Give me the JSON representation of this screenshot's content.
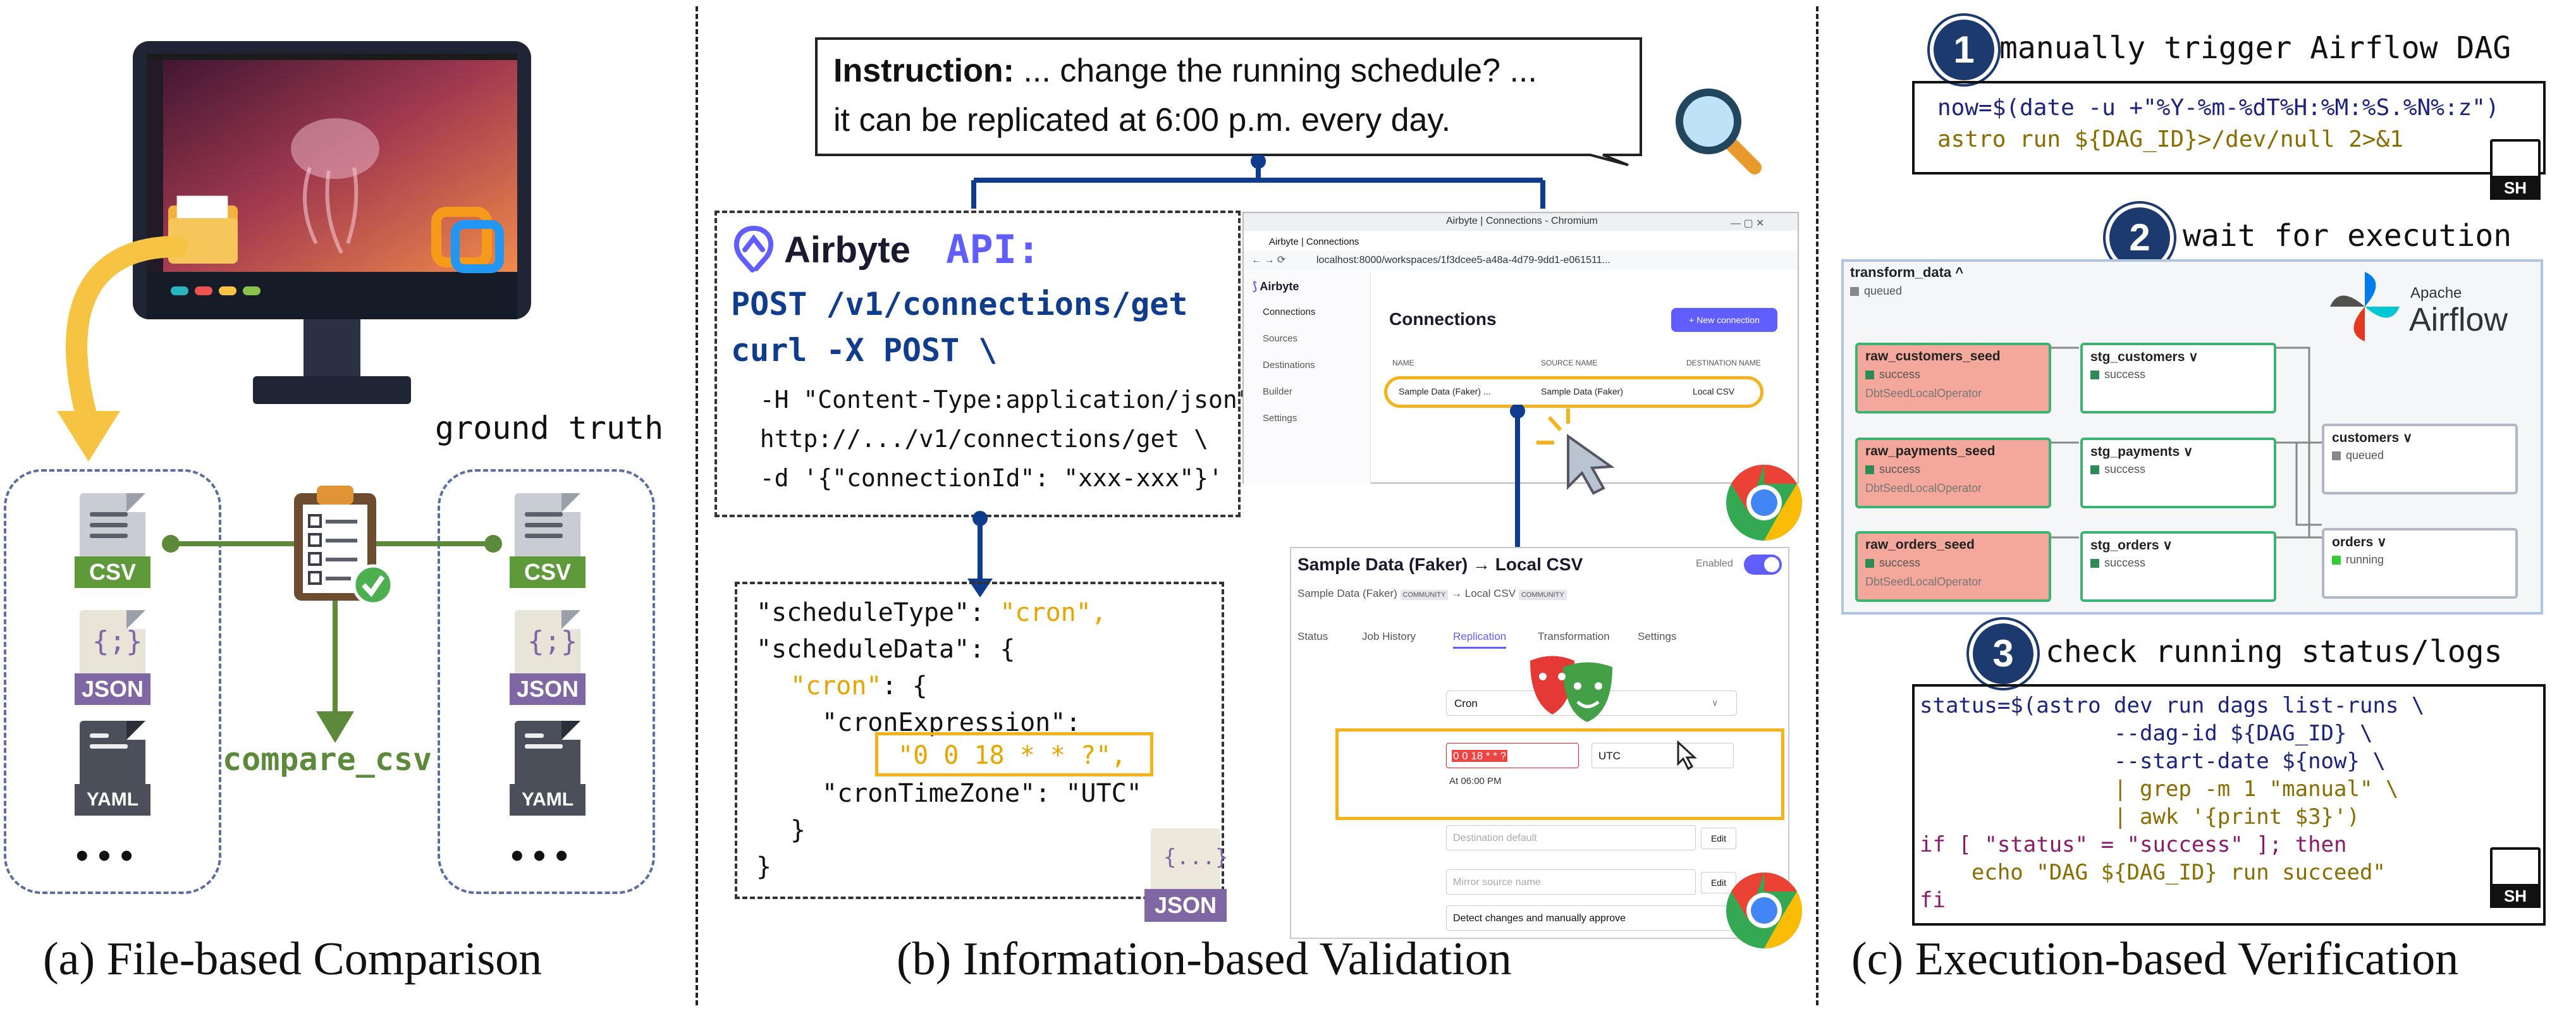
{
  "captions": {
    "a": "(a) File-based Comparison",
    "b": "(b) Information-based Validation",
    "c": "(c) Execution-based Verification"
  },
  "panel_a": {
    "ground_truth": "ground truth",
    "compare_label": "compare_csv",
    "files_left": [
      "CSV",
      "JSON",
      "YAML"
    ],
    "files_right": [
      "CSV",
      "JSON",
      "YAML"
    ],
    "ellipsis": "• • •",
    "colors": {
      "csv": "#5f9a3a",
      "json": "#7e67a3",
      "yaml": "#5a5f6a",
      "arrow": "#f6c343",
      "line": "#5d8a3a"
    }
  },
  "panel_b": {
    "instruction_label": "Instruction:",
    "instruction_line1": " ... change the running schedule? ...",
    "instruction_line2": "it can be replicated at 6:00 p.m. every day.",
    "api_brand": "Airbyte",
    "api_word": "API:",
    "api_lines": [
      "POST /v1/connections/get",
      "curl -X POST \\",
      "  -H \"Content-Type:application/json\" \\",
      "  http://.../v1/connections/get \\",
      "  -d '{\"connectionId\": \"xxx-xxx\"}'"
    ],
    "json_lines": [
      {
        "k": "\"scheduleType\"",
        "v": "\"cron\","
      },
      {
        "k": "\"scheduleData\"",
        "v": "{"
      },
      {
        "k": "\"cron\"",
        "v": "{"
      },
      {
        "k": "\"cronExpression\"",
        "v": ""
      },
      {
        "k": "",
        "v": "\"0 0 18 * * ?\","
      },
      {
        "k": "\"cronTimeZone\"",
        "v": "\"UTC\""
      },
      {
        "k": "",
        "v": "}"
      },
      {
        "k": "",
        "v": "}"
      }
    ],
    "json_badge": "JSON",
    "browser": {
      "title": "Airbyte | Connections - Chromium",
      "tab": "Airbyte | Connections",
      "url": "localhost:8000/workspaces/1f3dcee5-a48a-4d79-9dd1-e061511...",
      "brand": "Airbyte",
      "nav": [
        "Connections",
        "Sources",
        "Destinations",
        "Builder",
        "Settings"
      ],
      "heading": "Connections",
      "new_button": "+ New connection",
      "cols": [
        "NAME",
        "SOURCE NAME",
        "DESTINATION NAME"
      ],
      "row": [
        "Sample Data (Faker) ...",
        "Sample Data (Faker)",
        "Local CSV"
      ]
    },
    "settings": {
      "title": "Sample Data (Faker) → Local CSV",
      "enabled": "Enabled",
      "source": "Sample Data (Faker)",
      "community": "COMMUNITY",
      "dest": "Local CSV",
      "tabs": [
        "Status",
        "Job History",
        "Replication",
        "Transformation",
        "Settings"
      ],
      "schedule": "Cron",
      "cron_value": "0 0 18 * * ?",
      "timezone": "UTC",
      "at_time": "At 06:00 PM",
      "dest_default": "Destination default",
      "mirror": "Mirror source name",
      "edit": "Edit",
      "detect": "Detect changes and manually approve"
    },
    "colors": {
      "accent": "#f6b21a",
      "blue": "#0f3c8c",
      "purple": "#6a5acd",
      "orange": "#e9a400"
    }
  },
  "panel_c": {
    "steps": [
      {
        "num": "1",
        "title": "manually trigger Airflow DAG"
      },
      {
        "num": "2",
        "title": "wait for execution"
      },
      {
        "num": "3",
        "title": "check running status/logs"
      }
    ],
    "code1": [
      "now=$(date -u +\"%Y-%m-%dT%H:%M:%S.%N%:z\")",
      "astro run ${DAG_ID}>/dev/null 2>&1"
    ],
    "code3": [
      "status=$(astro dev run dags list-runs \\",
      "               --dag-id ${DAG_ID} \\",
      "               --start-date ${now} \\",
      "               | grep -m 1 \"manual\" \\",
      "               | awk '{print $3}')",
      "if [ \"status\" = \"success\" ]; then",
      "    echo \"DAG ${DAG_ID} run succeed\"",
      "fi"
    ],
    "sh": "SH",
    "airflow": {
      "apache": "Apache",
      "name": "Airflow",
      "group": "transform_data",
      "group_status": "queued",
      "nodes": [
        {
          "name": "raw_customers_seed",
          "status": "success",
          "op": "DbtSeedLocalOperator"
        },
        {
          "name": "raw_payments_seed",
          "status": "success",
          "op": "DbtSeedLocalOperator"
        },
        {
          "name": "raw_orders_seed",
          "status": "success",
          "op": "DbtSeedLocalOperator"
        },
        {
          "name": "stg_customers ∨",
          "status": "success"
        },
        {
          "name": "stg_payments ∨",
          "status": "success"
        },
        {
          "name": "stg_orders ∨",
          "status": "success"
        },
        {
          "name": "customers ∨",
          "status": "queued"
        },
        {
          "name": "orders ∨",
          "status": "running"
        }
      ]
    }
  }
}
